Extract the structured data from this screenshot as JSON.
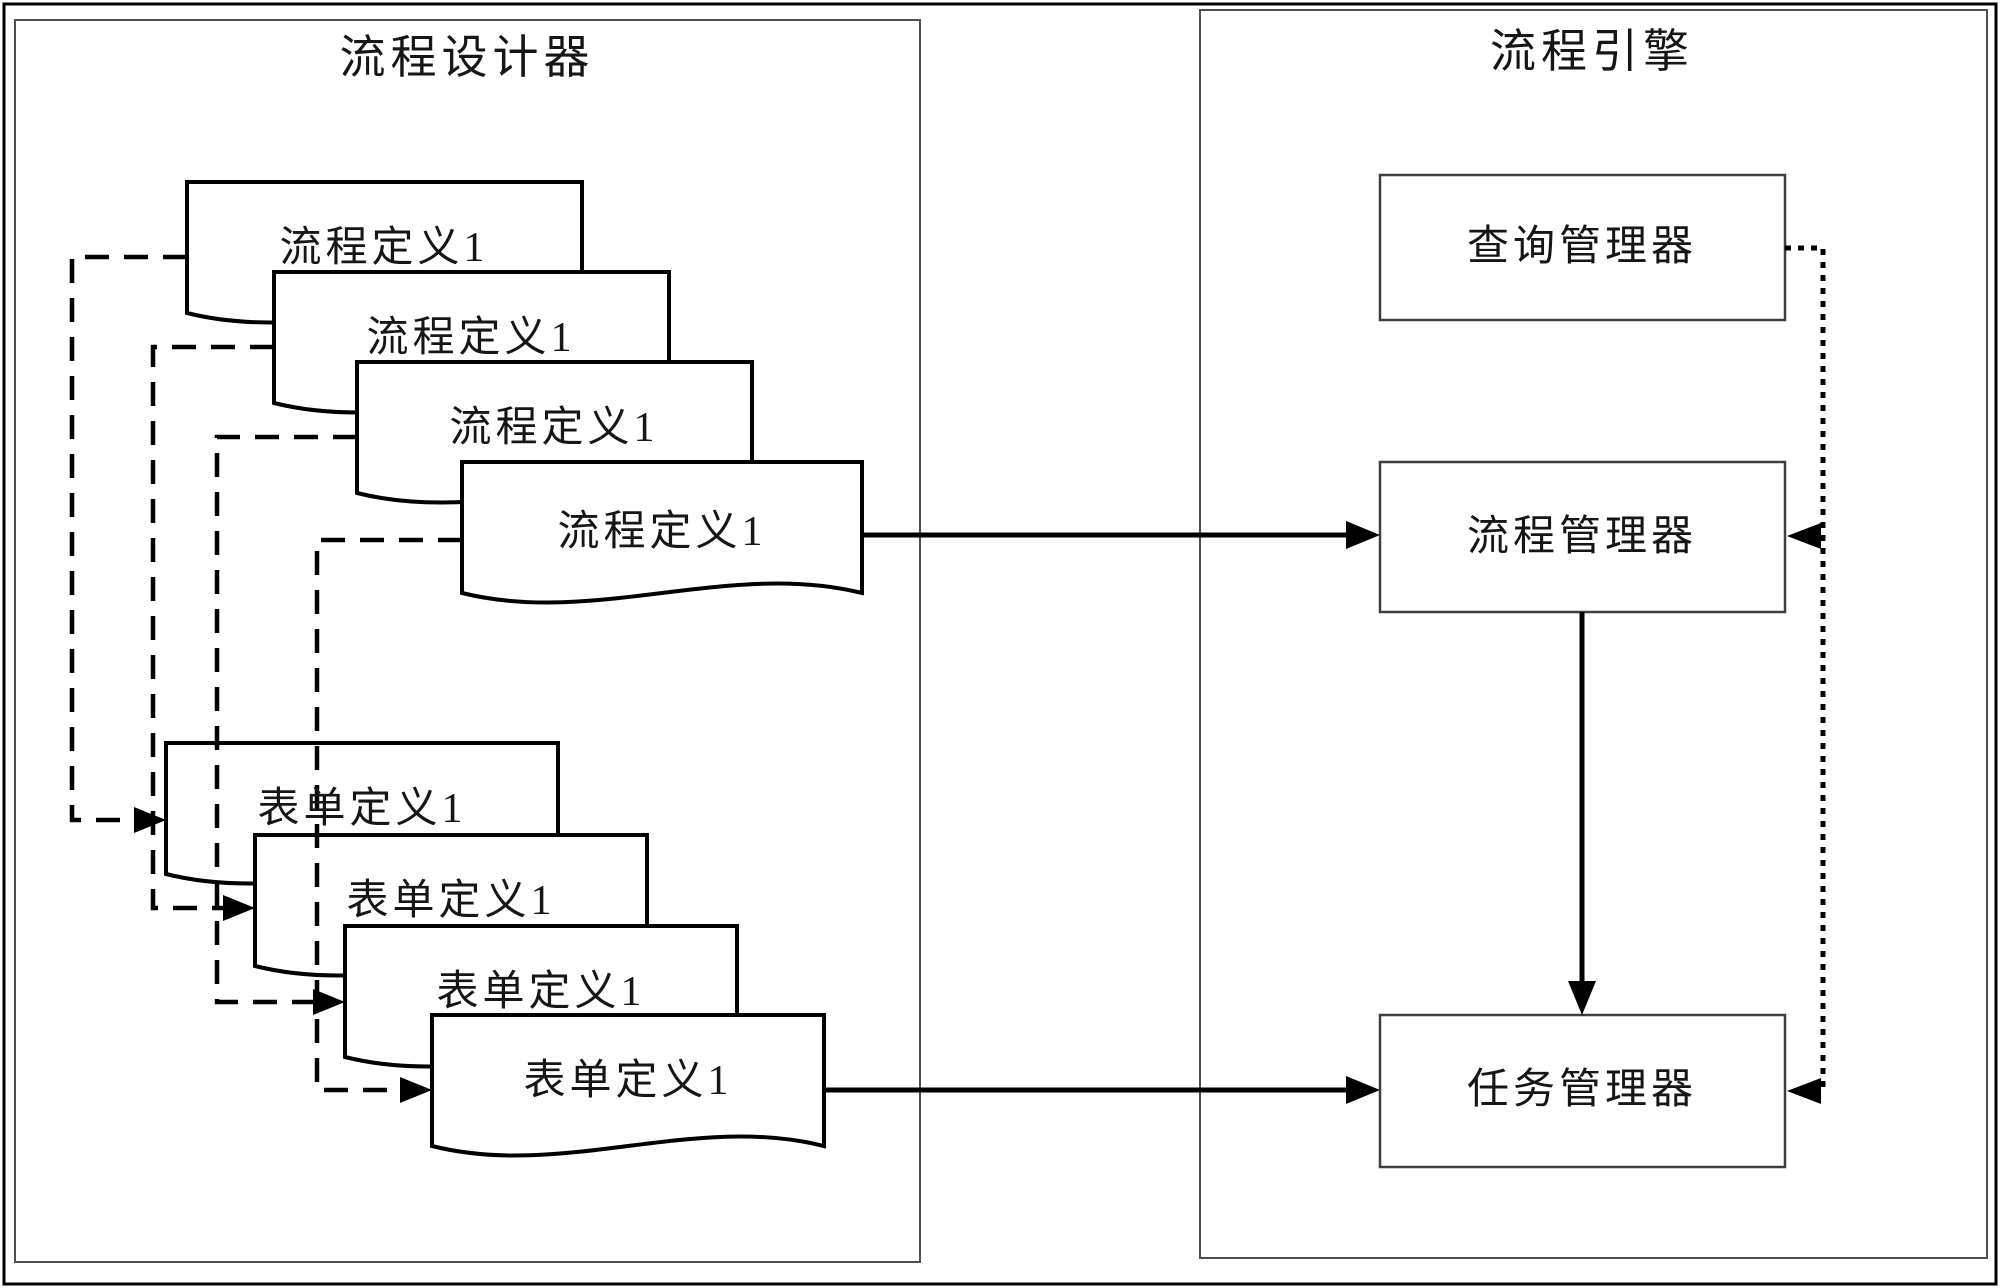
{
  "diagram": {
    "designer_panel": {
      "title": "流程设计器",
      "process_definitions": [
        {
          "label": "流程定义1"
        },
        {
          "label": "流程定义1"
        },
        {
          "label": "流程定义1"
        },
        {
          "label": "流程定义1"
        }
      ],
      "form_definitions": [
        {
          "label": "表单定义1"
        },
        {
          "label": "表单定义1"
        },
        {
          "label": "表单定义1"
        },
        {
          "label": "表单定义1"
        }
      ]
    },
    "engine_panel": {
      "title": "流程引擎",
      "managers": {
        "query": {
          "label": "查询管理器"
        },
        "process": {
          "label": "流程管理器"
        },
        "task": {
          "label": "任务管理器"
        }
      }
    },
    "colors": {
      "line": "#000000",
      "panel_border": "#4f4f4f",
      "background": "#ffffff"
    }
  }
}
